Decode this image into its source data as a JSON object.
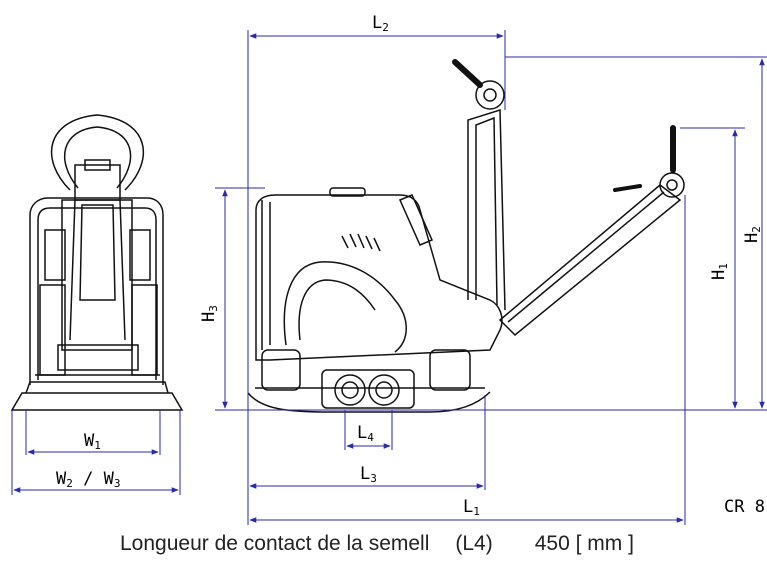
{
  "dimensions": {
    "l1": {
      "main": "L",
      "sub": "1"
    },
    "l2": {
      "main": "L",
      "sub": "2"
    },
    "l3": {
      "main": "L",
      "sub": "3"
    },
    "l4": {
      "main": "L",
      "sub": "4"
    },
    "h1": {
      "main": "H",
      "sub": "1"
    },
    "h2": {
      "main": "H",
      "sub": "2"
    },
    "h3": {
      "main": "H",
      "sub": "3"
    },
    "w1": {
      "main": "W",
      "sub": "1"
    },
    "w23": {
      "a": "W",
      "a_sub": "2",
      "sep": " / ",
      "b": "W",
      "b_sub": "3"
    }
  },
  "model_label": "CR 8",
  "caption": {
    "label": "Longueur de contact de la semell",
    "param": "(L4)",
    "value": "450",
    "unit": "[ mm ]"
  },
  "colors": {
    "dimension_line": "#2a2aa8",
    "drawing_line": "#111111"
  }
}
